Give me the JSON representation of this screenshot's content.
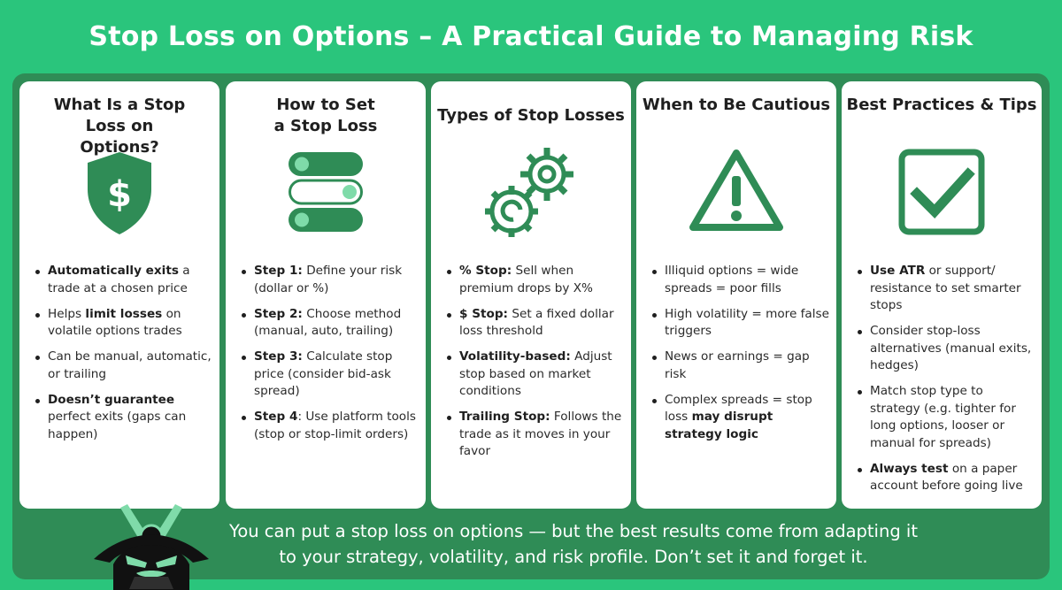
{
  "title": "Stop Loss on Options – A Practical Guide to Managing Risk",
  "colors": {
    "background": "#2ac57c",
    "panel": "#2f8c56",
    "icon_green": "#2f8c56",
    "accent_light": "#7fdba9"
  },
  "cards": [
    {
      "title": "What Is a Stop Loss on Options?",
      "icon": "dollar-shield-icon",
      "bullets": [
        {
          "bold": "Automatically exits",
          "text": " a trade at a chosen price"
        },
        {
          "pre": "Helps ",
          "bold": "limit losses",
          "text": " on volatile options trades"
        },
        {
          "text": "Can be manual, automatic, or trailing"
        },
        {
          "bold": "Doesn’t guarantee",
          "text": " perfect exits (gaps can happen)"
        }
      ]
    },
    {
      "title": "How to Set a Stop Loss",
      "icon": "toggle-switches-icon",
      "bullets": [
        {
          "bold": "Step 1:",
          "text": " Define your risk (dollar or %)"
        },
        {
          "bold": "Step 2:",
          "text": " Choose method (manual, auto, trailing)"
        },
        {
          "bold": "Step 3:",
          "text": " Calculate stop price (consider bid-ask spread)"
        },
        {
          "bold": "Step 4",
          "text": ": Use platform tools (stop or stop-limit orders)"
        }
      ]
    },
    {
      "title": "Types of Stop Losses",
      "icon": "gears-icon",
      "bullets": [
        {
          "bold": "% Stop:",
          "text": " Sell when premium drops by X%"
        },
        {
          "bold": "$ Stop:",
          "text": " Set a fixed dollar loss threshold"
        },
        {
          "bold": "Volatility-based:",
          "text": " Adjust stop based on market conditions"
        },
        {
          "bold": "Trailing Stop:",
          "text": " Follows the trade as it moves in your favor"
        }
      ]
    },
    {
      "title": "When to Be Cautious",
      "icon": "warning-triangle-icon",
      "bullets": [
        {
          "text": "Illiquid options = wide spreads = poor fills"
        },
        {
          "text": "High volatility = more false triggers"
        },
        {
          "text": "News or earnings = gap risk"
        },
        {
          "pre": "Complex spreads = stop loss ",
          "bold": "may disrupt strategy logic"
        }
      ]
    },
    {
      "title": "Best Practices & Tips",
      "icon": "checkbox-icon",
      "bullets": [
        {
          "bold": "Use ATR",
          "text": " or support/ resistance to set smarter stops"
        },
        {
          "text": "Consider stop-loss alternatives (manual exits, hedges)"
        },
        {
          "text": "Match stop type to strategy (e.g. tighter for long options, looser or manual for spreads)"
        },
        {
          "bold": "Always test",
          "text": " on a paper account before going live"
        }
      ]
    }
  ],
  "footer": {
    "line1": "You can put a stop loss on options — but the best results come from adapting it",
    "line2": "to your strategy, volatility, and risk profile. Don’t set it and forget it.",
    "mascot_icon": "samurai-mascot-icon"
  }
}
